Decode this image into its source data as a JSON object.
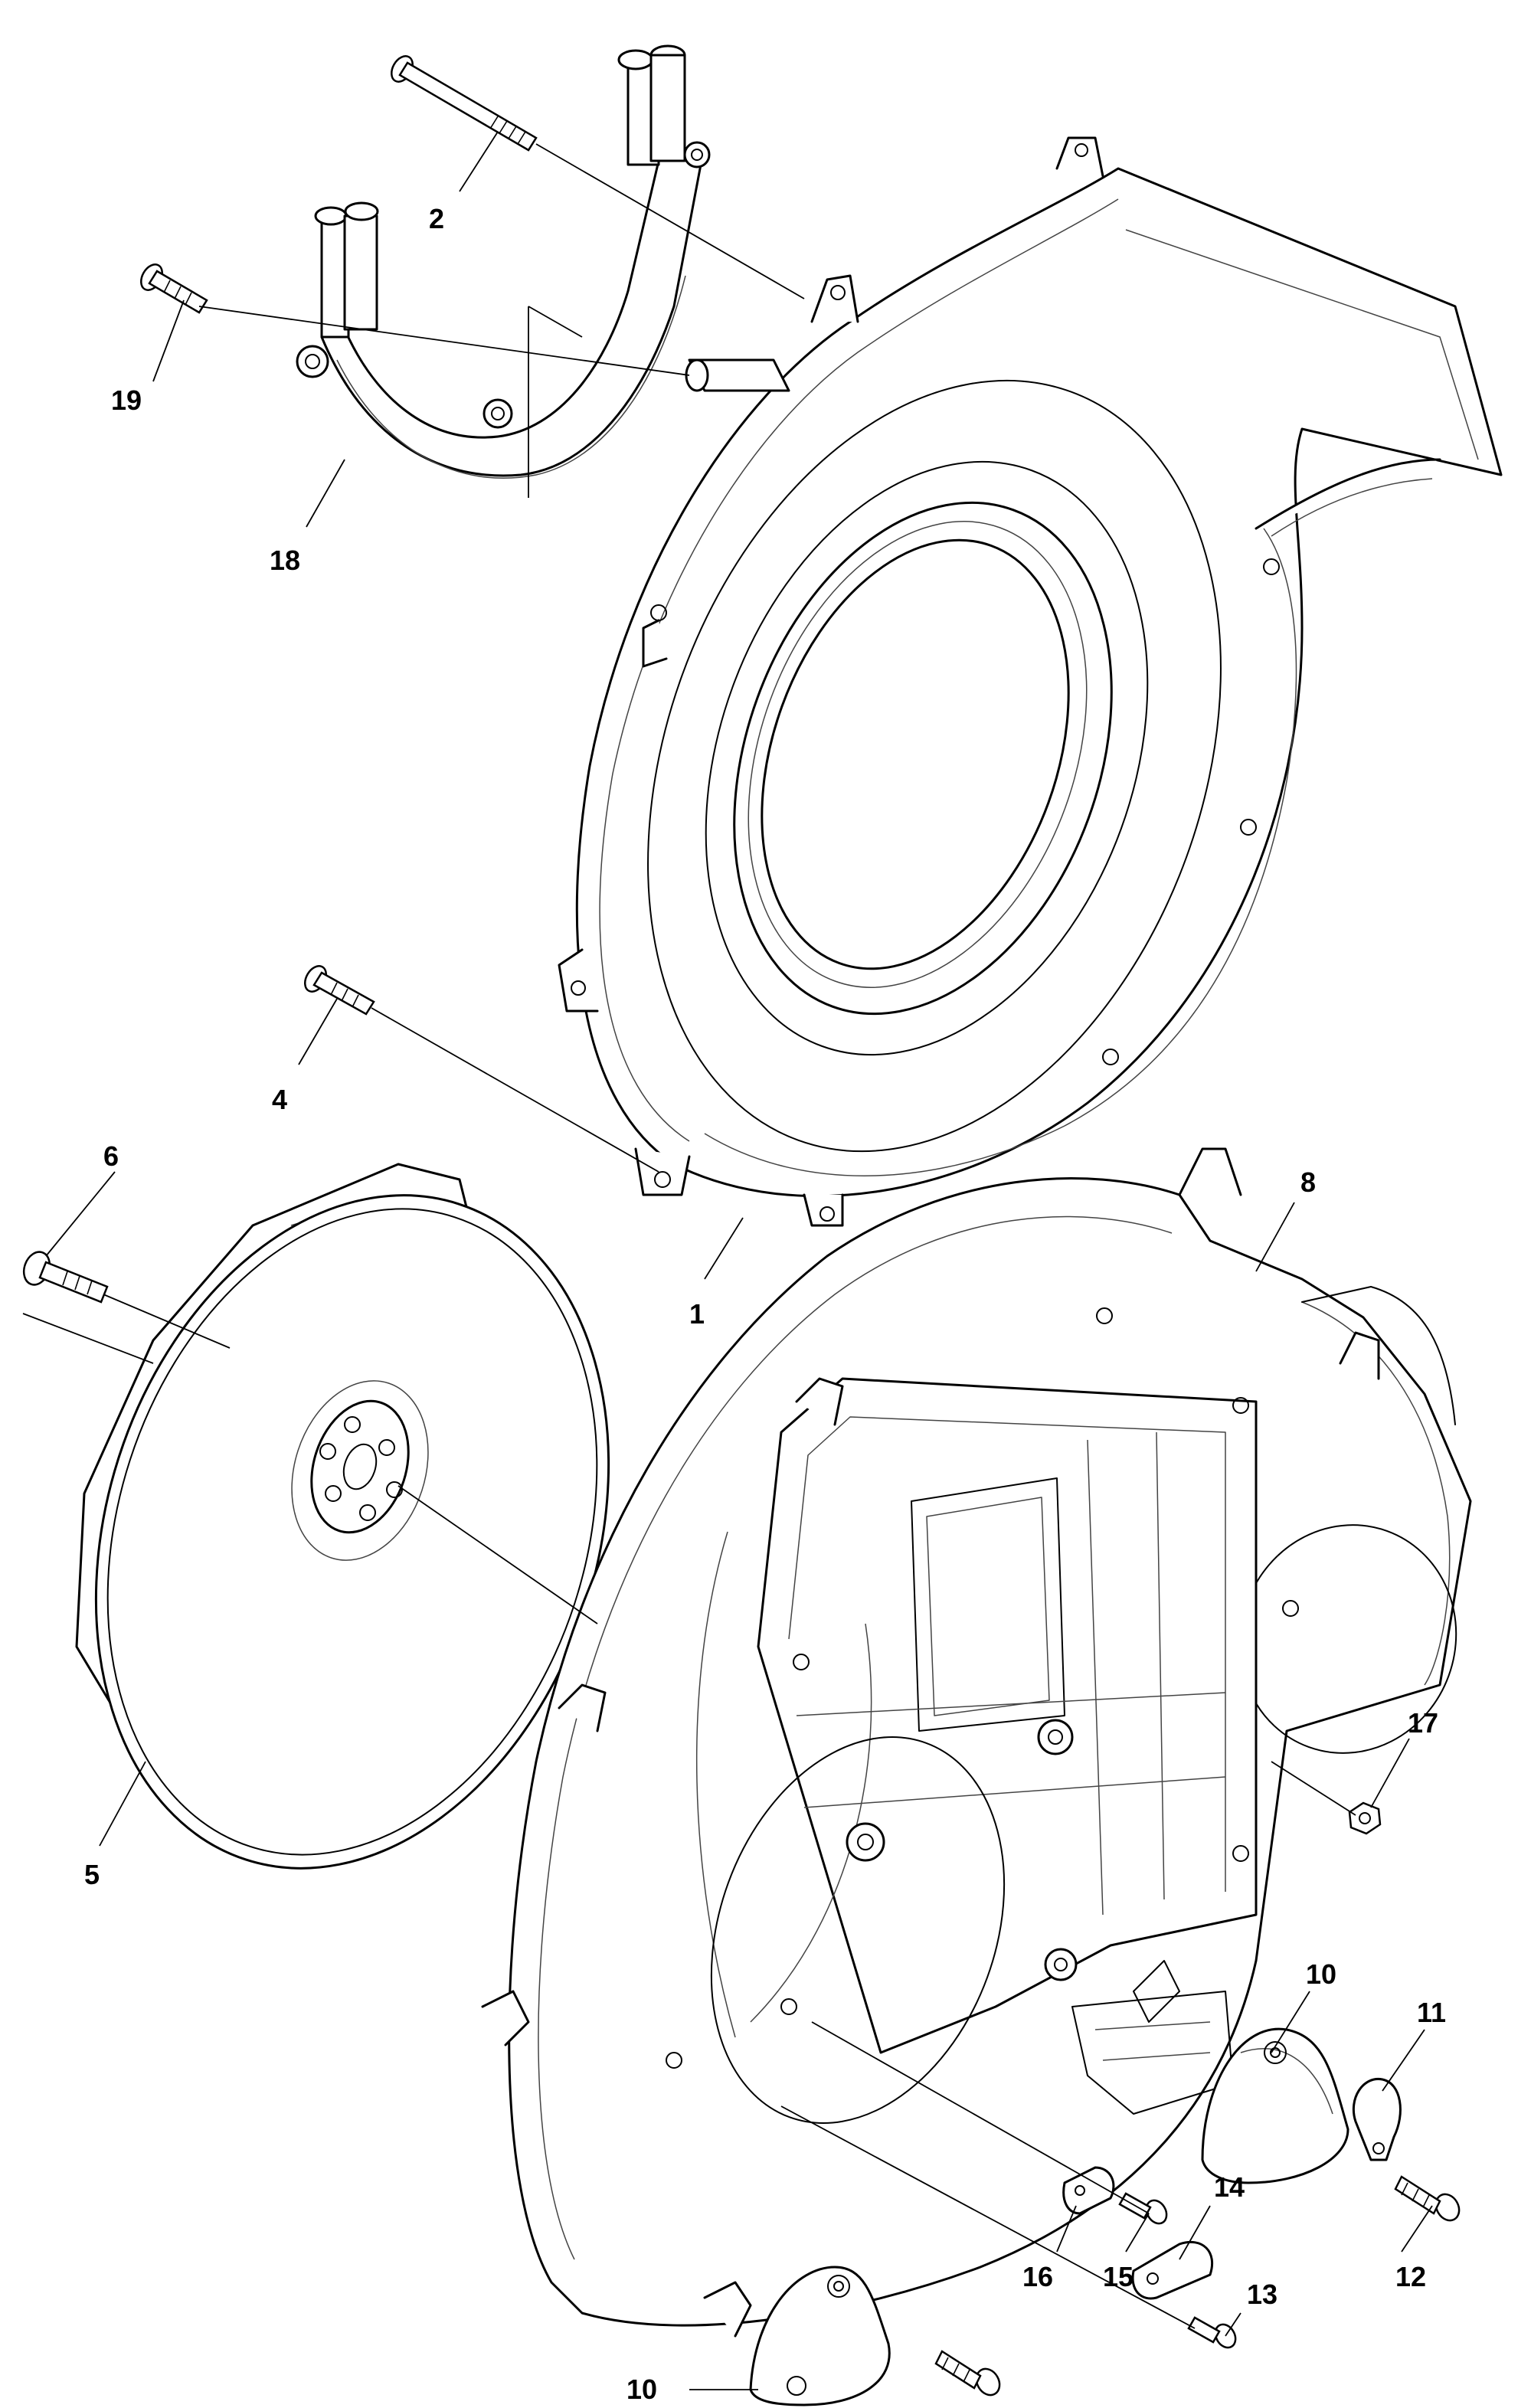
{
  "callouts": [
    {
      "id": "c1",
      "label": "1"
    },
    {
      "id": "c2",
      "label": "2"
    },
    {
      "id": "c4",
      "label": "4"
    },
    {
      "id": "c5",
      "label": "5"
    },
    {
      "id": "c6",
      "label": "6"
    },
    {
      "id": "c8",
      "label": "8"
    },
    {
      "id": "c10a",
      "label": "10"
    },
    {
      "id": "c10b",
      "label": "10"
    },
    {
      "id": "c11",
      "label": "11"
    },
    {
      "id": "c12",
      "label": "12"
    },
    {
      "id": "c13",
      "label": "13"
    },
    {
      "id": "c14",
      "label": "14"
    },
    {
      "id": "c15",
      "label": "15"
    },
    {
      "id": "c16",
      "label": "16"
    },
    {
      "id": "c17",
      "label": "17"
    },
    {
      "id": "c18",
      "label": "18"
    },
    {
      "id": "c19",
      "label": "19"
    }
  ],
  "colors": {
    "line": "#000000",
    "background": "#ffffff"
  }
}
